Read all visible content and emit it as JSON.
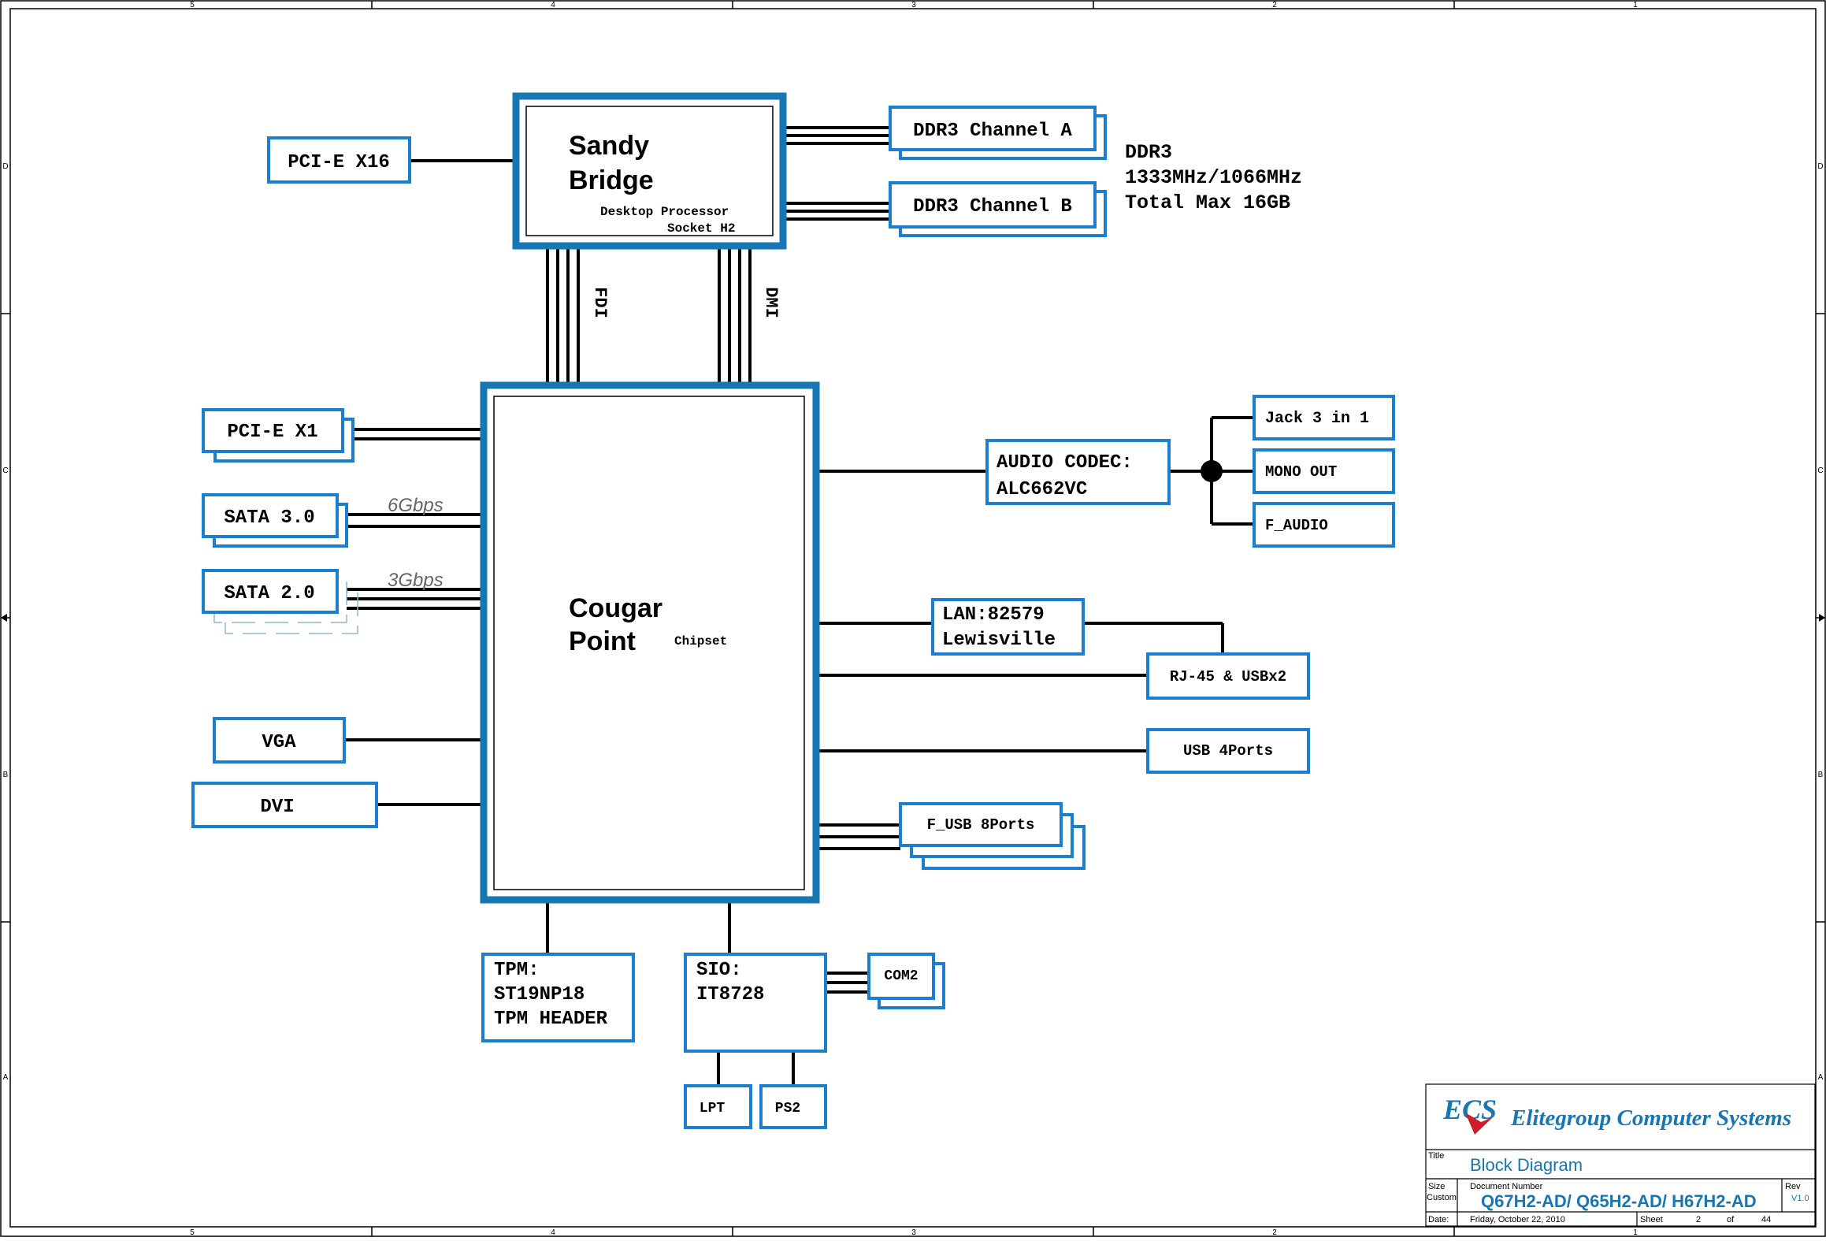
{
  "diagram": {
    "cpu": {
      "name_line1": "Sandy",
      "name_line2": "Bridge",
      "sub_line1": "Desktop Processor",
      "sub_line2": "Socket H2"
    },
    "pch": {
      "name_line1": "Cougar",
      "name_line2": "Point",
      "sub": "Chipset"
    },
    "buses": {
      "fdi": "FDI",
      "dmi": "DMI"
    },
    "blocks": {
      "pcie_x16": "PCI-E X16",
      "ddr3_a": "DDR3 Channel A",
      "ddr3_b": "DDR3 Channel B",
      "pcie_x1": "PCI-E X1",
      "sata3": "SATA 3.0",
      "sata2": "SATA 2.0",
      "vga": "VGA",
      "dvi": "DVI",
      "audio_line1": "AUDIO CODEC:",
      "audio_line2": "ALC662VC",
      "jack": "Jack 3 in 1",
      "mono_out": "MONO OUT",
      "f_audio": "F_AUDIO",
      "lan_line1": "LAN:82579",
      "lan_line2": "Lewisville",
      "rj45": "RJ-45 & USBx2",
      "usb4": "USB 4Ports",
      "f_usb": "F_USB 8Ports",
      "tpm_line1": "TPM:",
      "tpm_line2": "ST19NP18",
      "tpm_line3": "TPM HEADER",
      "sio_line1": "SIO:",
      "sio_line2": "IT8728",
      "com2": "COM2",
      "lpt": "LPT",
      "ps2": "PS2"
    },
    "memory_note": {
      "line1": "DDR3",
      "line2": "1333MHz/1066MHz",
      "line3": "Total Max 16GB"
    },
    "speeds": {
      "sata3": "6Gbps",
      "sata2": "3Gbps"
    }
  },
  "frame": {
    "col_ticks": [
      "5",
      "4",
      "3",
      "2",
      "1"
    ],
    "row_ticks": [
      "D",
      "C",
      "B",
      "A"
    ]
  },
  "title_block": {
    "company": "Elitegroup Computer Systems",
    "logo_text": "ECS",
    "title_label": "Title",
    "title": "Block Diagram",
    "size_label": "Size",
    "size": "Custom",
    "doc_label": "Document Number",
    "doc_number": "Q67H2-AD/ Q65H2-AD/ H67H2-AD",
    "rev_label": "Rev",
    "rev": "V1.0",
    "date_label": "Date:",
    "date": "Friday, October 22, 2010",
    "sheet_label": "Sheet",
    "sheet": "2",
    "of_label": "of",
    "total": "44"
  },
  "colors": {
    "accent": "#1a7fcf",
    "chip_border": "#1677b4",
    "title_text": "#1677b4",
    "logo_red": "#d01c2c"
  }
}
